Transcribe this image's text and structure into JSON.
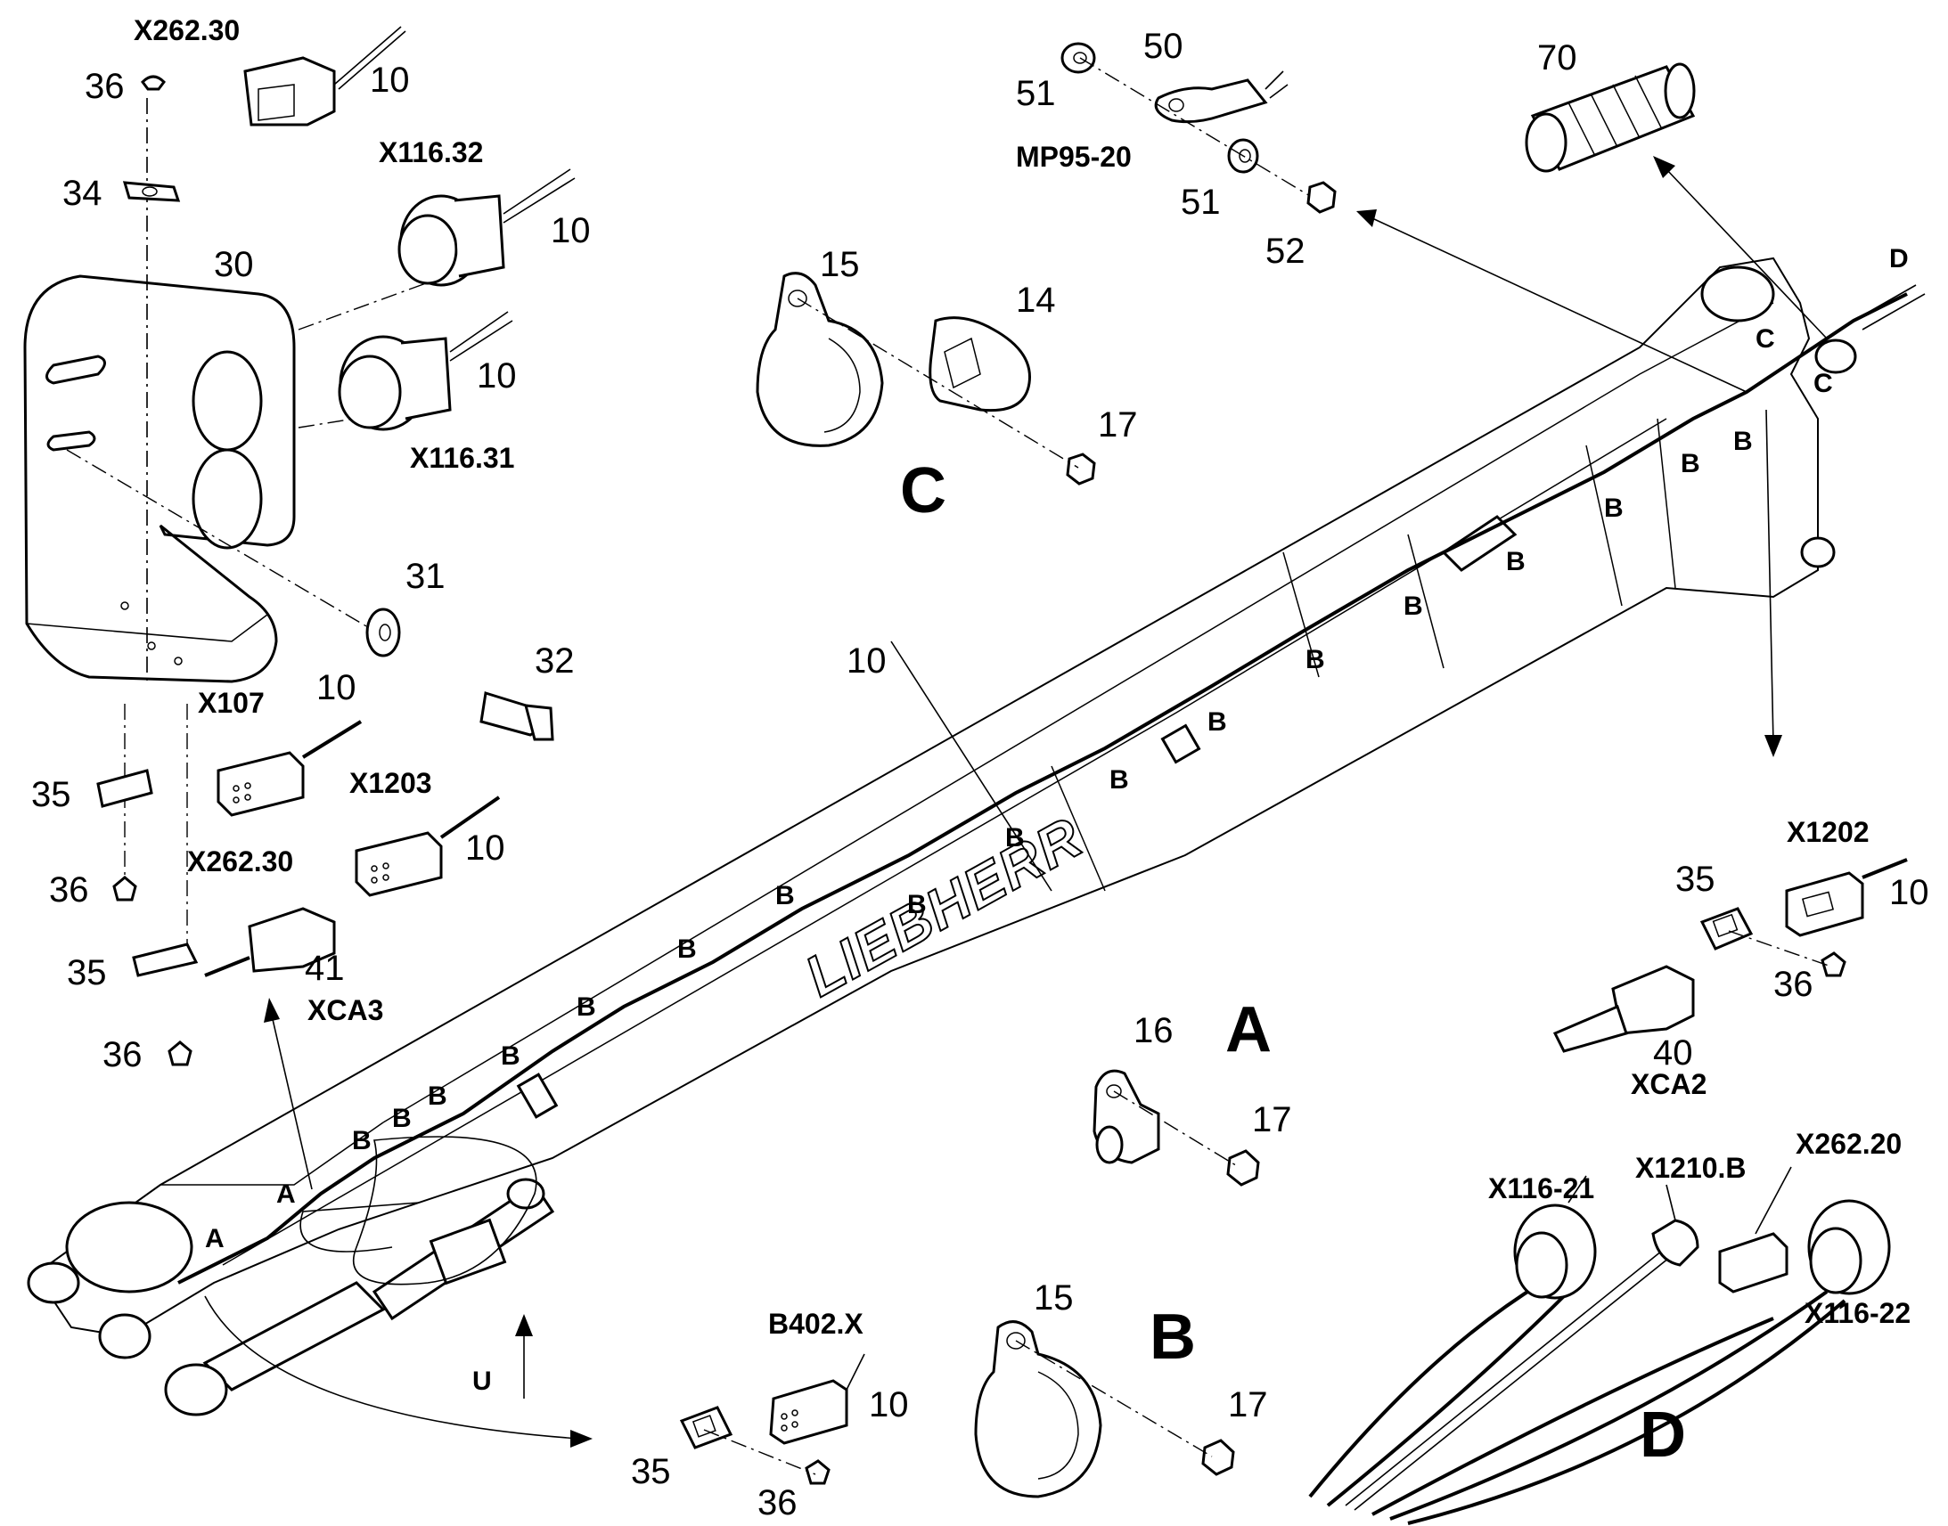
{
  "labels": {
    "x262_30_top": "X262.30",
    "x116_32": "X116.32",
    "x116_31": "X116.31",
    "x107": "X107",
    "x1203": "X1203",
    "x262_30_mid": "X262.30",
    "xca3": "XCA3",
    "mp95_20": "MP95-20",
    "x1202": "X1202",
    "xca2": "XCA2",
    "b402x": "B402.X",
    "x116_21": "X116-21",
    "x1210b": "X1210.B",
    "x262_20": "X262.20",
    "x116_22": "X116-22"
  },
  "numbers": {
    "n36a": "36",
    "n10a": "10",
    "n34": "34",
    "n30": "30",
    "n10b": "10",
    "n10c": "10",
    "n31": "31",
    "n32": "32",
    "n10d": "10",
    "n35a": "35",
    "n10e": "10",
    "n36b": "36",
    "n35b": "35",
    "n41": "41",
    "n36c": "36",
    "n51a": "51",
    "n50": "50",
    "n51b": "51",
    "n52": "52",
    "n70": "70",
    "n15a": "15",
    "n14": "14",
    "n17a": "17",
    "n10boom": "10",
    "n16": "16",
    "n17b": "17",
    "n35c": "35",
    "n10f": "10",
    "n36d": "36",
    "n40": "40",
    "n15b": "15",
    "n17c": "17",
    "n10g": "10",
    "n35d": "35",
    "n36e": "36"
  },
  "views": {
    "A": "A",
    "B": "B",
    "C": "C",
    "D": "D"
  },
  "boom_refs": {
    "A": "A",
    "B": "B",
    "C": "C",
    "D": "D",
    "U": "U"
  },
  "brand": "LIEBHERR"
}
